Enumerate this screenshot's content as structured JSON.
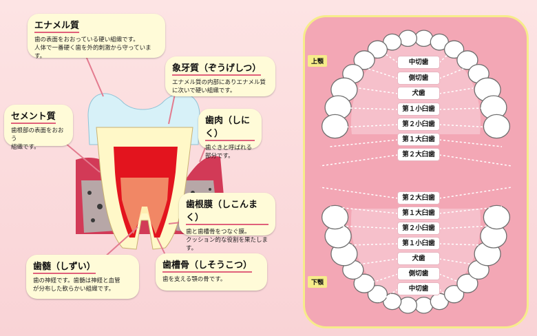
{
  "enamel": {
    "title": "エナメル質",
    "desc": "歯の表面をおおっている硬い組織です。\n人体で一番硬く歯を外的刺激から守っています。"
  },
  "dentin": {
    "title": "象牙質（ぞうげしつ）",
    "desc": "エナメル質の内部にありエナメル質\nに次いで硬い組織です。"
  },
  "cementum": {
    "title": "セメント質",
    "desc": "歯根部の表面をおおう\n組織です。"
  },
  "gum": {
    "title": "歯肉（しにく）",
    "desc": "歯ぐきと呼ばれる\n部分です。"
  },
  "ligament": {
    "title": "歯根膜（しこんまく）",
    "desc": "歯と歯槽骨をつなぐ膜。\nクッション的な役割を果たします。"
  },
  "pulp": {
    "title": "歯髄（しずい）",
    "desc": "歯の神経です。歯髄は神経と血管\nが分布した軟らかい組織です。"
  },
  "alveolar": {
    "title": "歯槽骨（しそうこつ）",
    "desc": "歯を支える顎の骨です。"
  },
  "jaw": {
    "upper_tag": "上顎",
    "lower_tag": "下顎",
    "upper_teeth": [
      "中切歯",
      "側切歯",
      "犬歯",
      "第１小臼歯",
      "第２小臼歯",
      "第１大臼歯",
      "第２大臼歯"
    ],
    "lower_teeth": [
      "第２大臼歯",
      "第１大臼歯",
      "第２小臼歯",
      "第１小臼歯",
      "犬歯",
      "側切歯",
      "中切歯"
    ]
  }
}
